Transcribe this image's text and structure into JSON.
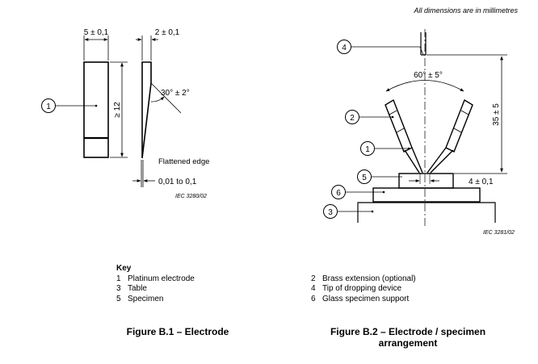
{
  "note": "All dimensions are in millimetres",
  "figure1": {
    "dim_width": "5 ± 0,1",
    "dim_thickness": "2 ± 0,1",
    "dim_length": "≥ 12",
    "angle": "30° ± 2°",
    "flattened_edge": "Flattened edge",
    "tip_range": "0,01 to 0,1",
    "ref": "IEC  3280/02",
    "balloon": "1",
    "caption": "Figure B.1 – Electrode"
  },
  "figure2": {
    "angle": "60° ± 5°",
    "height": "35 ± 5",
    "spacing": "4 ± 0,1",
    "ref": "IEC  3281/02",
    "balloons": [
      "4",
      "2",
      "1",
      "5",
      "6",
      "3"
    ],
    "caption_line1": "Figure B.2 – Electrode / specimen",
    "caption_line2": "arrangement"
  },
  "key": {
    "title": "Key",
    "items": [
      {
        "num": "1",
        "label": "Platinum electrode"
      },
      {
        "num": "3",
        "label": "Table"
      },
      {
        "num": "5",
        "label": "Specimen"
      },
      {
        "num": "2",
        "label": "Brass extension (optional)"
      },
      {
        "num": "4",
        "label": "Tip of dropping device"
      },
      {
        "num": "6",
        "label": "Glass specimen support"
      }
    ]
  }
}
